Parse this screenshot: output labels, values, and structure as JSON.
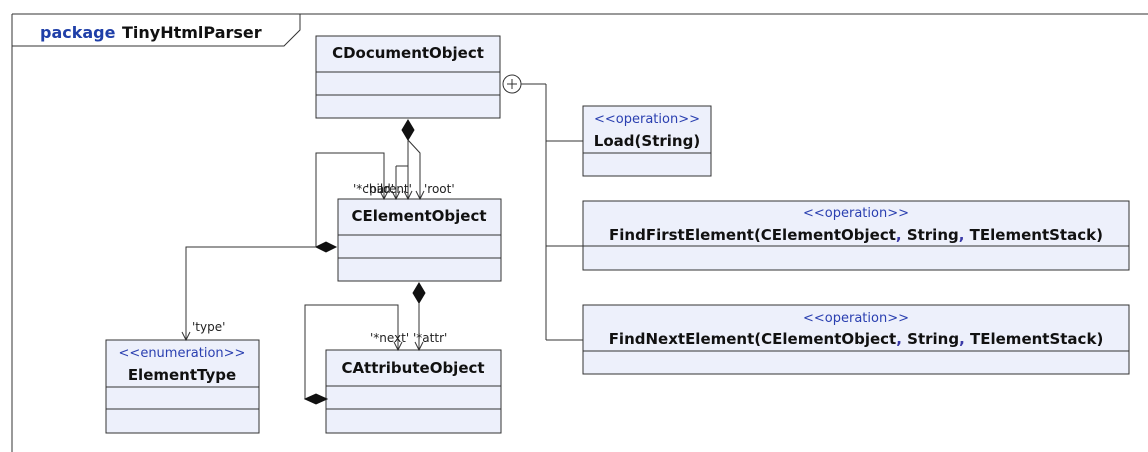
{
  "package": {
    "keyword": "package",
    "name": "TinyHtmlParser"
  },
  "classes": {
    "document": {
      "name": "CDocumentObject"
    },
    "element": {
      "name": "CElementObject"
    },
    "attribute": {
      "name": "CAttributeObject"
    },
    "element_type": {
      "stereotype": "<<enumeration>>",
      "name": "ElementType"
    }
  },
  "operations": {
    "load": {
      "stereotype": "<<operation>>",
      "name": "Load",
      "params": [
        "String"
      ]
    },
    "find_first": {
      "stereotype": "<<operation>>",
      "name": "FindFirstElement",
      "params": [
        "CElementObject",
        "String",
        "TElementStack"
      ]
    },
    "find_next": {
      "stereotype": "<<operation>>",
      "name": "FindNextElement",
      "params": [
        "CElementObject",
        "String",
        "TElementStack"
      ]
    }
  },
  "roles": {
    "element_overlap": "'*child'",
    "element_parent": "'parent'",
    "element_root": "'root'",
    "type": "'type'",
    "attr_next": "'*next'",
    "attr_attr": "'*attr'"
  },
  "colors": {
    "class_fill": "#edf0fb",
    "stereotype_text": "#2a3fb0",
    "package_keyword": "#1f3fa8"
  }
}
